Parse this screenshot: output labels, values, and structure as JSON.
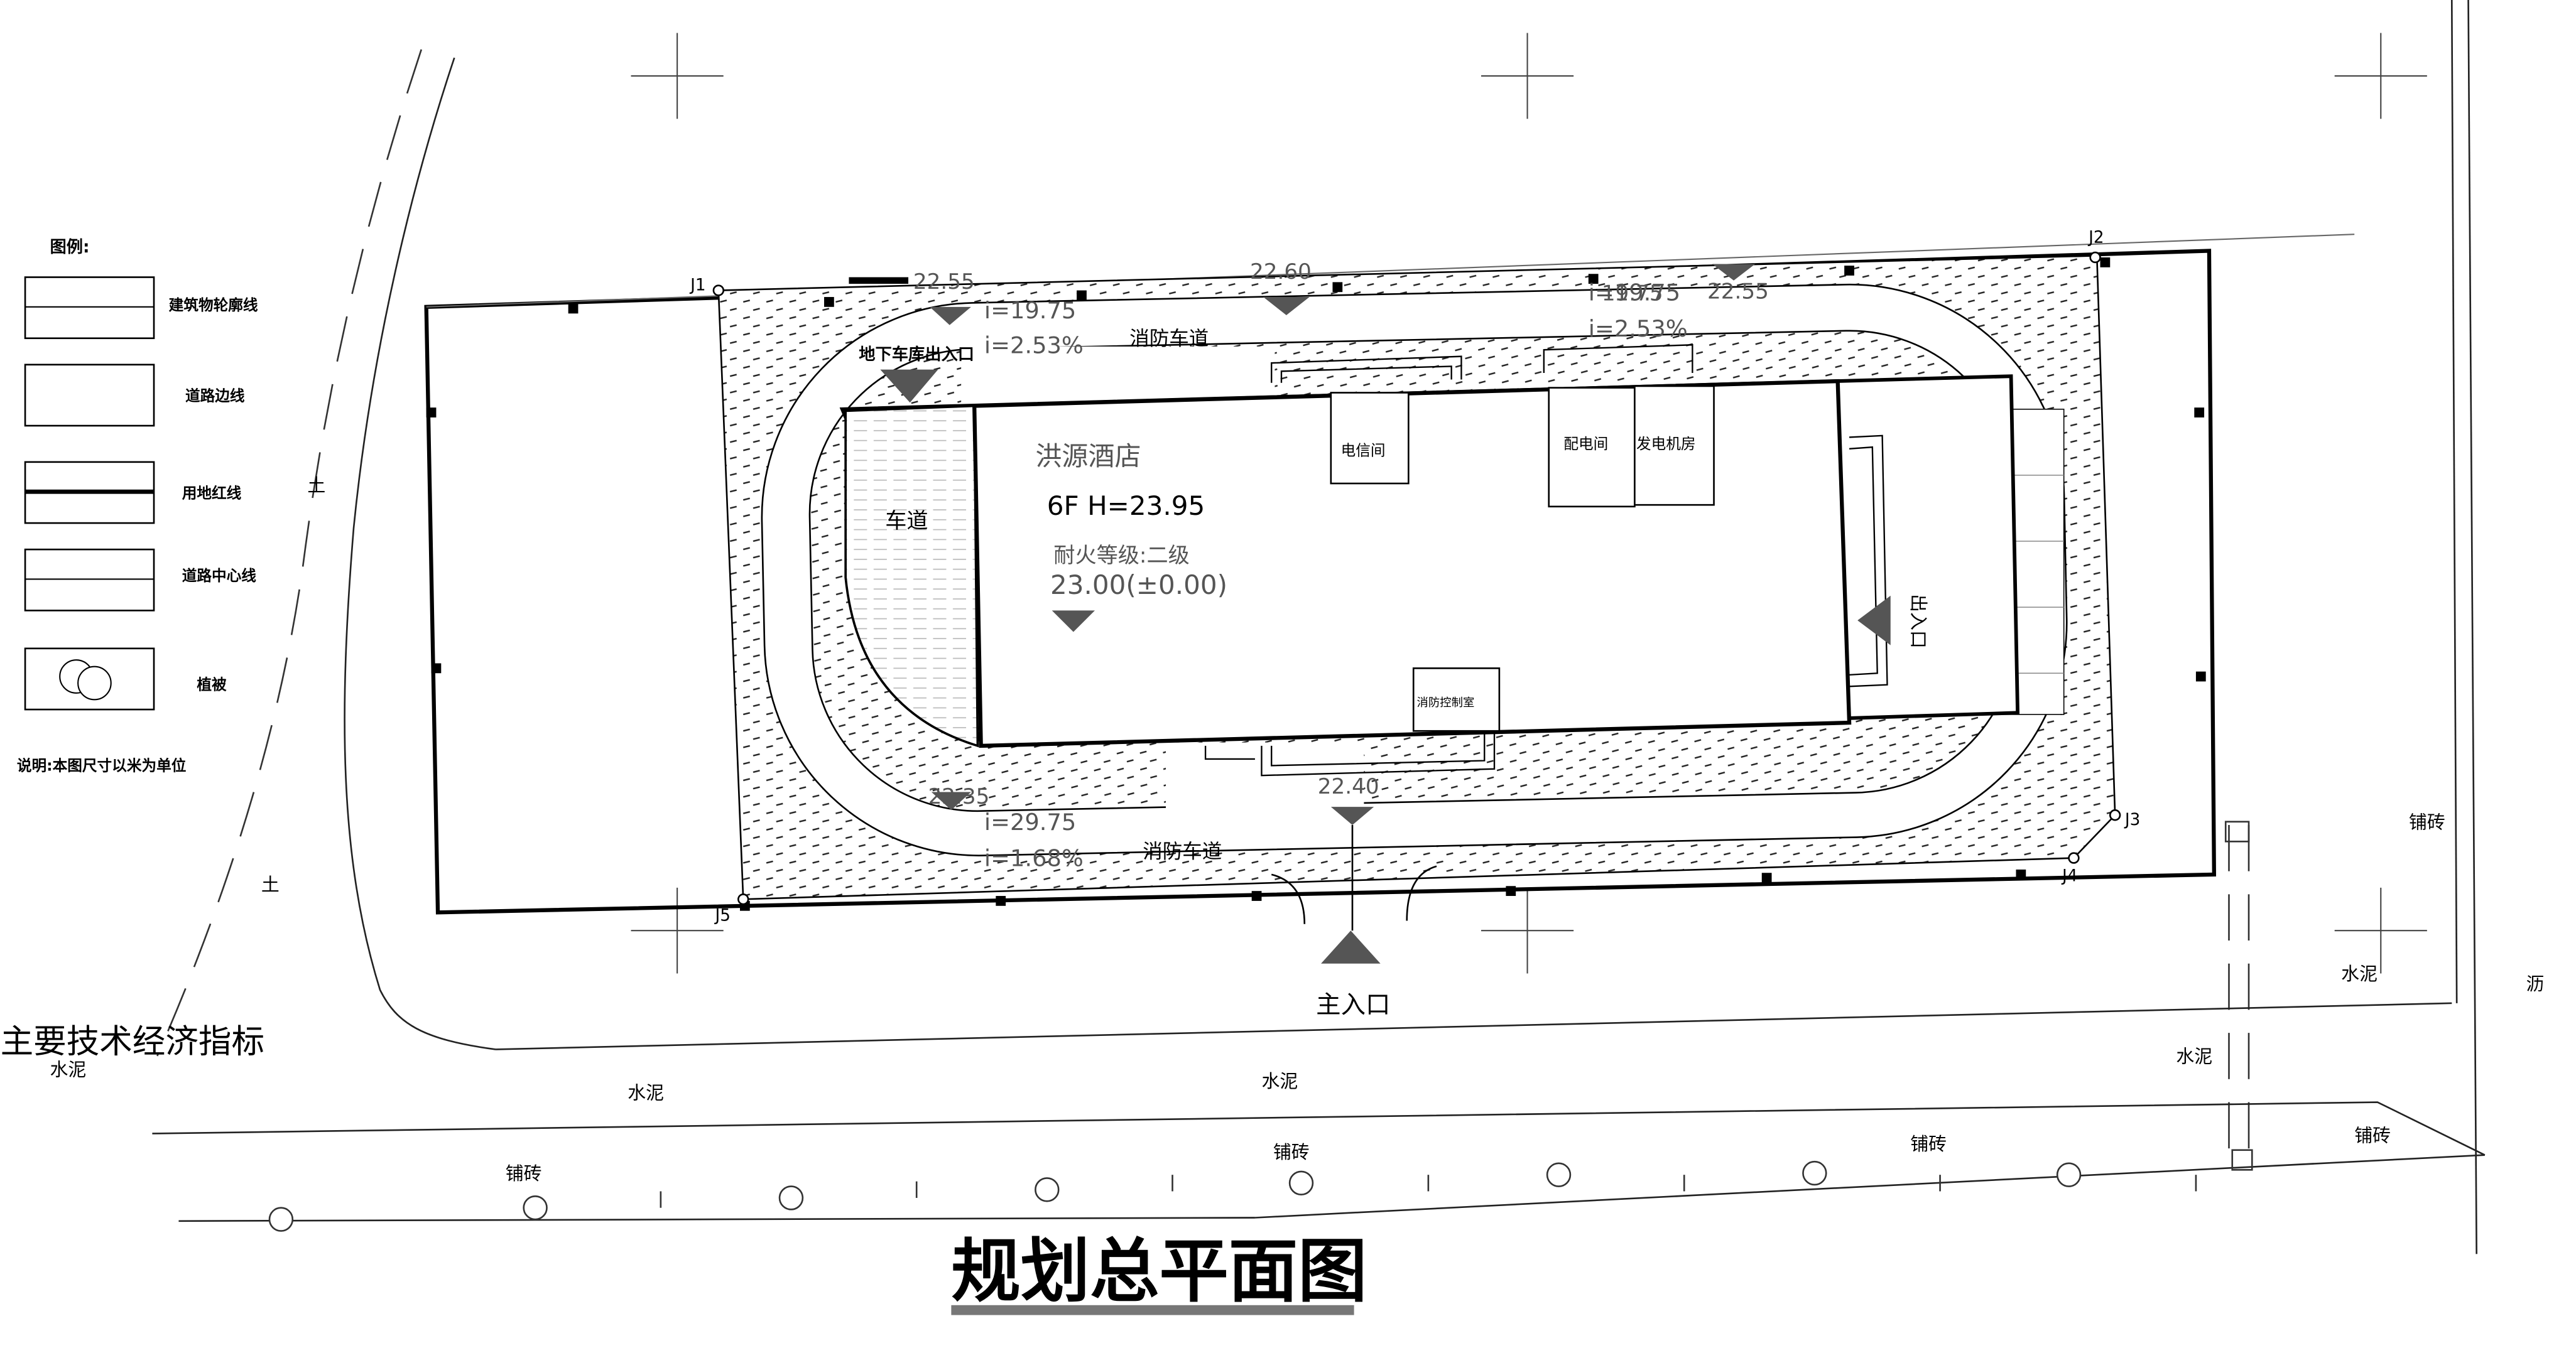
{
  "title": "规划总平面图",
  "legend": {
    "heading": "图例:",
    "items": [
      "建筑物轮廓线",
      "道路边线",
      "用地红线",
      "道路中心线",
      "植被"
    ],
    "note": "说明:本图尺寸以米为单位"
  },
  "tech_heading": "主要技术经济指标",
  "building": {
    "name": "洪源酒店",
    "floors": "6F  H=23.95",
    "fire_rating": "耐火等级:二级",
    "level": "23.00(±0.00)",
    "rooms": {
      "telecom": "电信间",
      "power": "配电间",
      "generator": "发电机房",
      "fire_control": "消防控制室"
    },
    "driveway": "车道",
    "ramp": "地下车库出入口",
    "side_entrance": "出入口"
  },
  "fire_lane": "消防车道",
  "main_entrance": "主入口",
  "elevations": {
    "e1": "22.55",
    "e2": "22.60",
    "e3": "19.75",
    "e4": "22.55",
    "e5": "22.40",
    "e6": "22.35",
    "i1": "i=19.75",
    "i2": "i=2.53%",
    "i3": "i=19.75",
    "i4": "i=2.53%",
    "i5": "i=29.75",
    "i6": "i=1.68%"
  },
  "corners": [
    "J1",
    "J2",
    "J3",
    "J4",
    "J5"
  ],
  "materials": {
    "soil": "土",
    "cement": "水泥",
    "paving": "铺砖",
    "asphalt": "沥"
  }
}
